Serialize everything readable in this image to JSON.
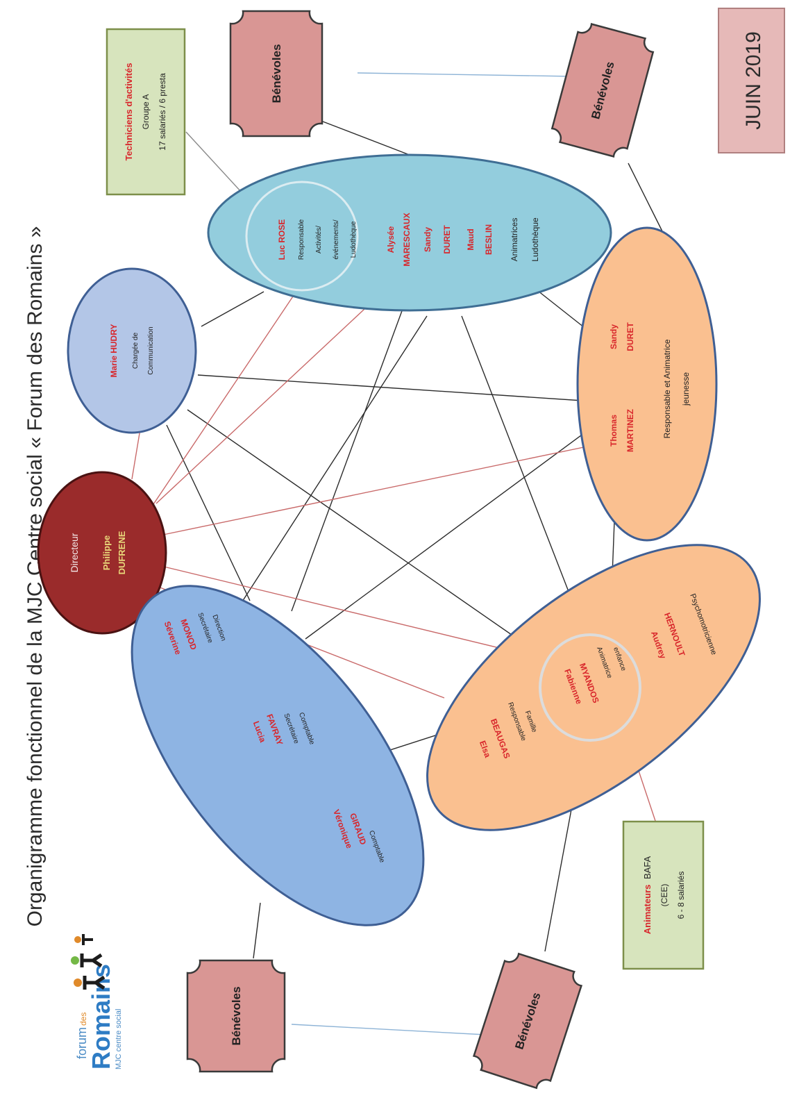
{
  "title": "Organigramme fonctionnel de la MJC Centre social « Forum des Romains »",
  "date_label": "JUIN 2019",
  "logo": {
    "line1": "forum",
    "line2": "des",
    "line3": "Romains",
    "tagline": "MJC centre social"
  },
  "directeur": {
    "role": "Directeur",
    "name1": "Philippe",
    "name2": "DUFRENE"
  },
  "communication": {
    "name": "Marie HUDRY",
    "role1": "Chargée de",
    "role2": "Communication"
  },
  "activites": {
    "name1": "Luc ROSE",
    "role1": "Responsable",
    "role2": "Activités/",
    "role3": "événements/",
    "role4": "Ludothèque",
    "p2a": "Alysée",
    "p2b": "MARESCAUX",
    "p3a": "Sandy",
    "p3b": "DURET",
    "p4a": "Maud",
    "p4b": "BESLIN",
    "role5": "Animatrices",
    "role6": "Ludothèque"
  },
  "jeunesse": {
    "p1a": "Thomas",
    "p1b": "MARTINEZ",
    "p2a": "Sandy",
    "p2b": "DURET",
    "role1": "Responsable et Animatrice",
    "role2": "jeunesse"
  },
  "famille": {
    "p1a": "Elsa",
    "p1b": "BEAUGAS",
    "r1a": "Responsable",
    "r1b": "Famille",
    "p2a": "Fabienne",
    "p2b": "MYANDOS",
    "r2a": "Animatrice",
    "r2b": "enfance",
    "p3a": "Audrey",
    "p3b": "HERNOULT",
    "r3": "Psychomotricienne"
  },
  "secretariat": {
    "p1a": "Séverine",
    "p1b": "MONOD",
    "r1a": "Secrétaire",
    "r1b": "Direction",
    "p2a": "Lucia",
    "p2b": "FAVRAY",
    "r2a": "Secrétaire",
    "r2b": "Comptable",
    "p3a": "Véronique",
    "p3b": "GIRAUD",
    "r3": "Comptable"
  },
  "techniciens": {
    "title": "Techniciens d'activités",
    "line2": "Groupe A",
    "line3": "17 salariés / 6 presta"
  },
  "animateurs": {
    "title": "Animateurs",
    "title_suffix": "BAFA",
    "line2": "(CEE)",
    "line3": "6 - 8 salariés"
  },
  "benevoles": [
    "Bénévoles",
    "Bénévoles",
    "Bénévoles",
    "Bénévoles"
  ],
  "colors": {
    "directeur": "#9a2b2b",
    "communication": "#b3c6e7",
    "activites": "#93cddd",
    "jeunesse": "#fac090",
    "famille": "#fac090",
    "secretariat": "#8eb4e3",
    "benevoles": "#d99694",
    "green_box": "#d7e4bd",
    "date_box": "#e6b9b8",
    "accent_red": "#d8262b"
  }
}
